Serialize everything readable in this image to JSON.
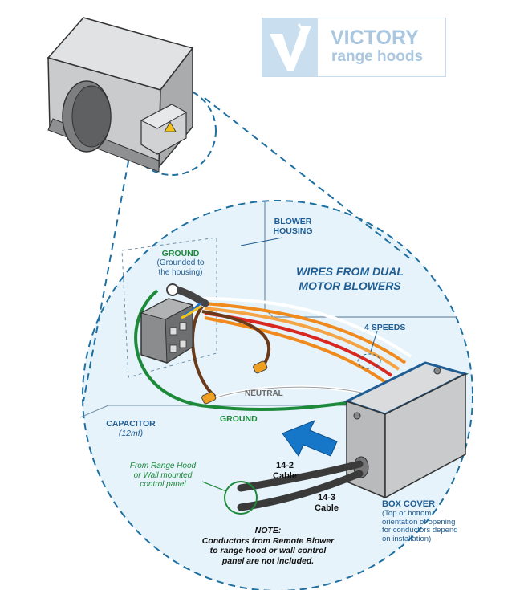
{
  "logo": {
    "title": "VICTORY",
    "subtitle": "range hoods"
  },
  "labels": {
    "blower_housing": [
      "BLOWER",
      "HOUSING"
    ],
    "ground_top": {
      "title": "GROUND",
      "sub": [
        "(Grounded to",
        "the housing)"
      ]
    },
    "wires_title": [
      "WIRES FROM DUAL",
      "MOTOR BLOWERS"
    ],
    "speeds": "4 SPEEDS",
    "neutral": "NEUTRAL",
    "ground_bottom": "GROUND",
    "capacitor": {
      "title": "CAPACITOR",
      "sub": "(12mf)"
    },
    "from_panel": [
      "From Range Hood",
      "or Wall mounted",
      "control panel"
    ],
    "cable_142": [
      "14-2",
      "Cable"
    ],
    "cable_143": [
      "14-3",
      "Cable"
    ],
    "box_cover": {
      "title": "BOX COVER",
      "sub": [
        "(Top or bottom",
        "orientation of opening",
        "for conductors depend",
        "on installation)"
      ]
    },
    "note": {
      "title": "NOTE:",
      "lines": [
        "Conductors from Remote Blower",
        "to range hood or wall control",
        "panel are not included."
      ]
    }
  },
  "colors": {
    "bubble_fill": "#e6f3fb",
    "outline_blue": "#1f5d93",
    "ground_green": "#1d8a3a",
    "wire_orange": "#f08a1c",
    "wire_red": "#d8281f",
    "wire_brown": "#6b3a1a",
    "box_grey": "#c8c8c8"
  }
}
